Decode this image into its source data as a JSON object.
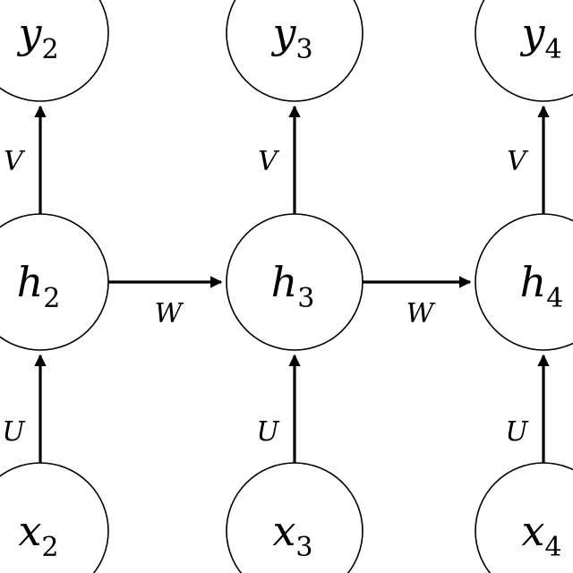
{
  "diagram": {
    "columns": [
      {
        "output": {
          "symbol": "y",
          "sub": "2"
        },
        "hidden": {
          "symbol": "h",
          "sub": "2"
        },
        "input": {
          "symbol": "x",
          "sub": "2"
        },
        "v_label": "V",
        "u_label": "U"
      },
      {
        "output": {
          "symbol": "y",
          "sub": "3"
        },
        "hidden": {
          "symbol": "h",
          "sub": "3"
        },
        "input": {
          "symbol": "x",
          "sub": "3"
        },
        "v_label": "V",
        "u_label": "U"
      },
      {
        "output": {
          "symbol": "y",
          "sub": "4"
        },
        "hidden": {
          "symbol": "h",
          "sub": "4"
        },
        "input": {
          "symbol": "x",
          "sub": "4"
        },
        "v_label": "V",
        "u_label": "U"
      }
    ],
    "recurrent_labels": [
      "W",
      "W"
    ]
  }
}
